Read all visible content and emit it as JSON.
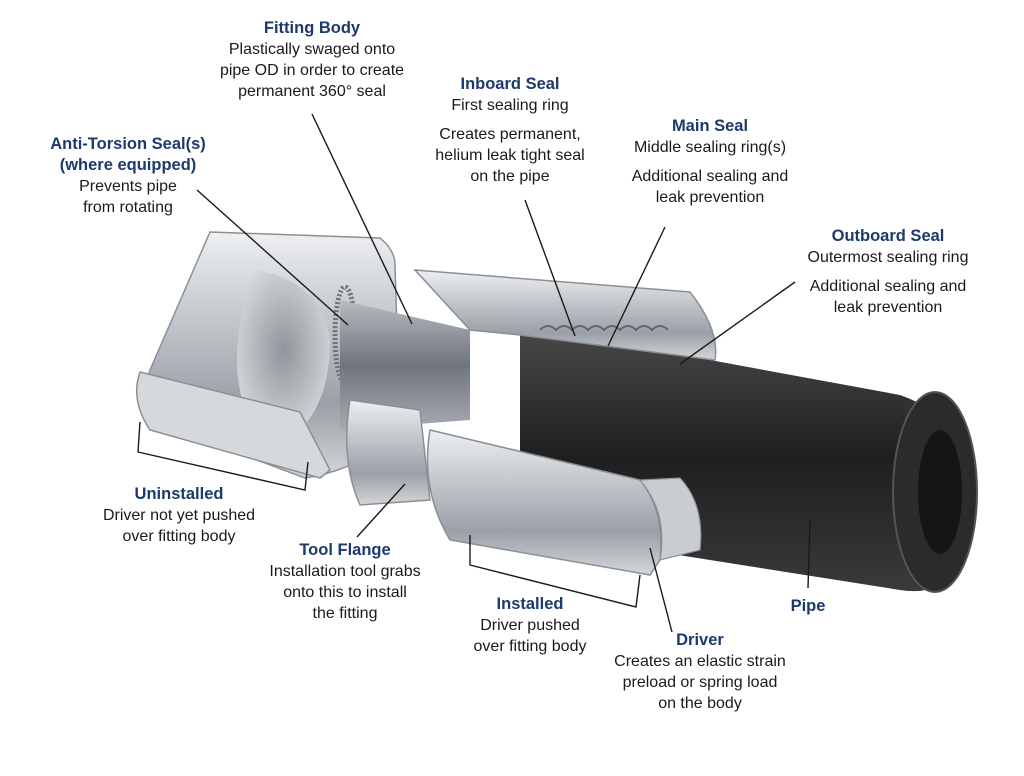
{
  "colors": {
    "title": "#1c3a6b",
    "text": "#1a1a1a",
    "leader": "#1a1a1a",
    "metal": "#b9bec4",
    "metal_dark": "#7d838a",
    "pipe": "#2a2a2a"
  },
  "labels": {
    "fitting_body": {
      "title": "Fitting Body",
      "lines": [
        "Plastically swaged onto",
        "pipe OD in order to create",
        "permanent 360° seal"
      ]
    },
    "anti_torsion": {
      "title1": "Anti-Torsion Seal(s)",
      "title2": "(where equipped)",
      "lines": [
        "Prevents pipe",
        "from rotating"
      ]
    },
    "inboard_seal": {
      "title": "Inboard Seal",
      "line1": "First sealing ring",
      "lines": [
        "Creates permanent,",
        "helium leak tight seal",
        "on the pipe"
      ]
    },
    "main_seal": {
      "title": "Main Seal",
      "line1": "Middle sealing ring(s)",
      "lines": [
        "Additional sealing and",
        "leak prevention"
      ]
    },
    "outboard_seal": {
      "title": "Outboard Seal",
      "line1": "Outermost sealing ring",
      "lines": [
        "Additional sealing and",
        "leak prevention"
      ]
    },
    "uninstalled": {
      "title": "Uninstalled",
      "lines": [
        "Driver not yet pushed",
        "over fitting body"
      ]
    },
    "tool_flange": {
      "title": "Tool Flange",
      "lines": [
        "Installation tool grabs",
        "onto this to install",
        "the fitting"
      ]
    },
    "installed": {
      "title": "Installed",
      "lines": [
        "Driver pushed",
        "over fitting body"
      ]
    },
    "driver": {
      "title": "Driver",
      "lines": [
        "Creates an elastic strain",
        "preload or spring load",
        "on the body"
      ]
    },
    "pipe": {
      "title": "Pipe"
    }
  }
}
